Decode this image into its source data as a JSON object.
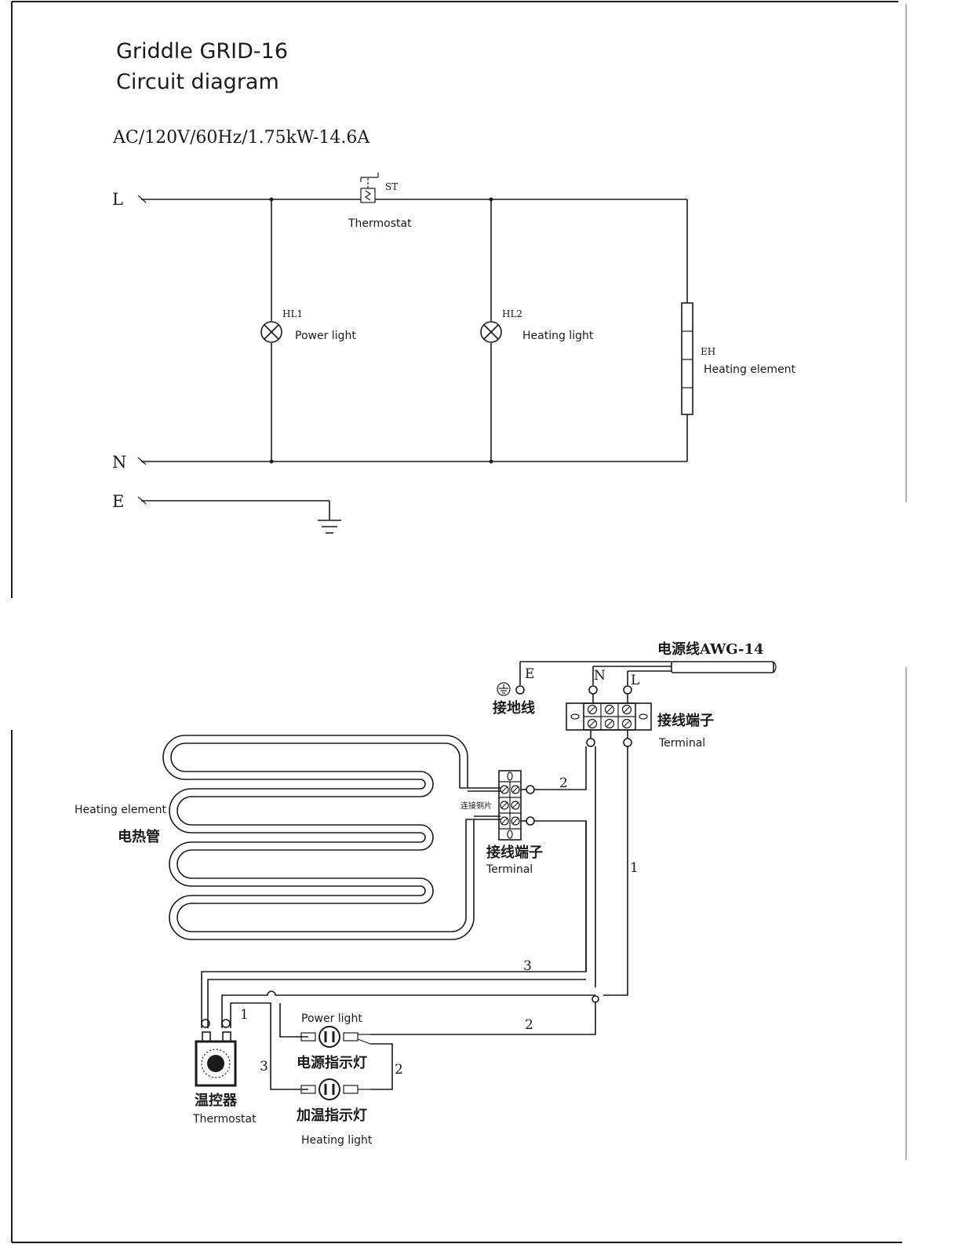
{
  "header": {
    "title_line1": "Griddle  GRID-16",
    "title_line2": "Circuit diagram",
    "spec": "AC/120V/60Hz/1.75kW-14.6A"
  },
  "schematic": {
    "nodes": {
      "L": "L",
      "N": "N",
      "E": "E"
    },
    "thermostat": {
      "code": "ST",
      "label": "Thermostat"
    },
    "power_light": {
      "code": "HL1",
      "label": "Power light"
    },
    "heating_light": {
      "code": "HL2",
      "label": "Heating light"
    },
    "heating_element": {
      "code": "EH",
      "label": "Heating element"
    }
  },
  "wiring": {
    "power_cord": "电源线AWG-14",
    "cord_labels": {
      "E": "E",
      "N": "N",
      "L": "L"
    },
    "ground_cn": "接地线",
    "main_terminal": {
      "cn": "接线端子",
      "en": "Terminal"
    },
    "element_terminal": {
      "cn": "接线端子",
      "en": "Terminal",
      "bridge_cn": "连接铜片"
    },
    "heating_element": {
      "en": "Heating element",
      "cn": "电热管"
    },
    "thermostat": {
      "cn": "温控器",
      "en": "Thermostat"
    },
    "power_light": {
      "en": "Power light",
      "cn": "电源指示灯"
    },
    "heating_light": {
      "cn": "加温指示灯",
      "en": "Heating light"
    },
    "wire_numbers": {
      "w_top2": "2",
      "w_right1": "1",
      "w_3": "3",
      "w_1a": "1",
      "w_2mid": "2",
      "w_3b": "3",
      "w_2c": "2"
    }
  }
}
